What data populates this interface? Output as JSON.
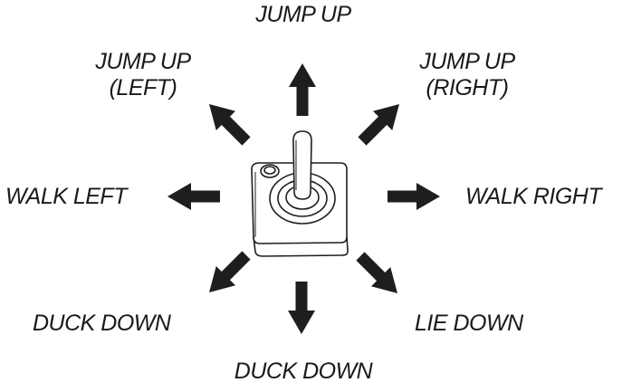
{
  "labels": {
    "up": "JUMP UP",
    "up_left_line1": "JUMP UP",
    "up_left_line2": "(LEFT)",
    "up_right_line1": "JUMP UP",
    "up_right_line2": "(RIGHT)",
    "left": "WALK LEFT",
    "right": "WALK RIGHT",
    "down_left": "DUCK DOWN",
    "down": "DUCK DOWN",
    "down_right": "LIE DOWN"
  },
  "colors": {
    "ink": "#1a1a1a",
    "arrow": "#1e1e1e",
    "background": "#ffffff"
  },
  "icons": [
    "joystick-icon",
    "arrow-icon"
  ]
}
